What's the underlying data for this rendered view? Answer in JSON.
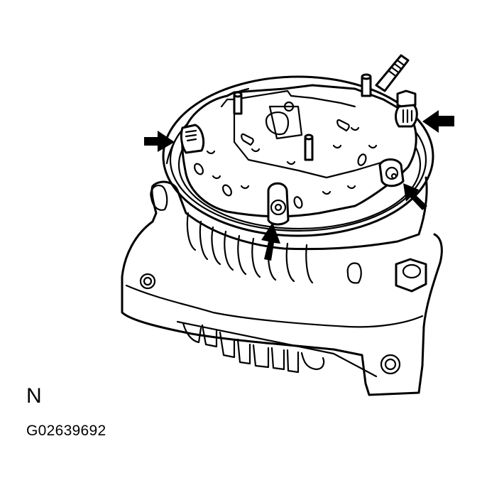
{
  "figure": {
    "subject": "alternator rectifier holder assembly",
    "view_label": "N",
    "figure_id": "G02639692",
    "colors": {
      "line": "#000000",
      "background": "#ffffff"
    },
    "callouts": [
      {
        "name": "arrow-left-clip",
        "direction": "right",
        "target": "left terminal clip"
      },
      {
        "name": "arrow-right-clip",
        "direction": "left",
        "target": "right terminal clip"
      },
      {
        "name": "arrow-front-screw",
        "direction": "up",
        "target": "front screw"
      },
      {
        "name": "arrow-right-screw",
        "direction": "up-left",
        "target": "right screw"
      }
    ]
  }
}
